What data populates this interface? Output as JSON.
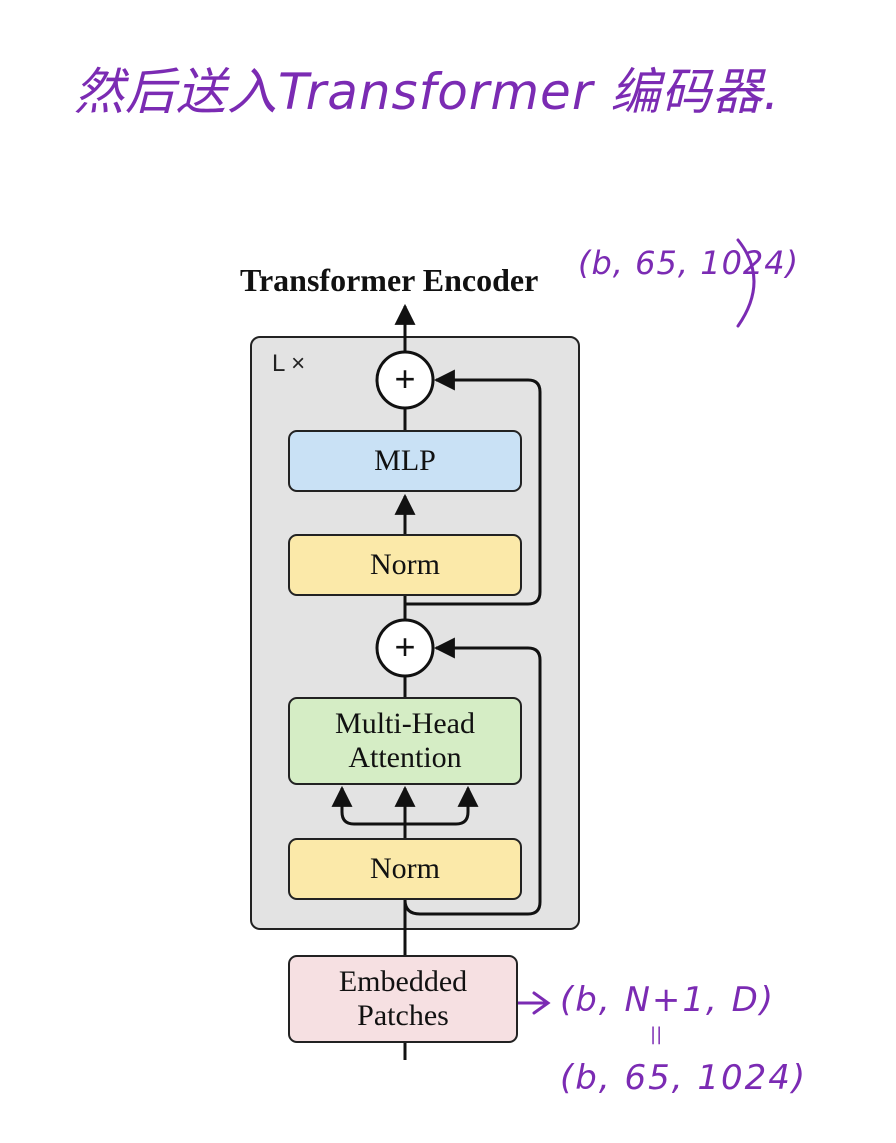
{
  "annotation": {
    "top_note": "然后送入Transformer 编码器.",
    "output_shape": "(b, 65, 1024)",
    "input_shape": "(b, N+1, D)",
    "equals_mark": "||",
    "input_shape_value": "(b, 65, 1024)"
  },
  "diagram": {
    "title": "Transformer Encoder",
    "repeat_label": "L ×",
    "plus_symbol": "+",
    "mlp_label": "MLP",
    "norm_top_label": "Norm",
    "attention_label": "Multi-Head\nAttention",
    "norm_bottom_label": "Norm",
    "input_label": "Embedded\nPatches"
  },
  "colors": {
    "block_background": "#e3e3e3",
    "mlp": "#c9e1f5",
    "norm": "#fbe9a9",
    "attention": "#d5edc5",
    "embedded": "#f6e0e2",
    "annotation": "#7b2bb3"
  }
}
